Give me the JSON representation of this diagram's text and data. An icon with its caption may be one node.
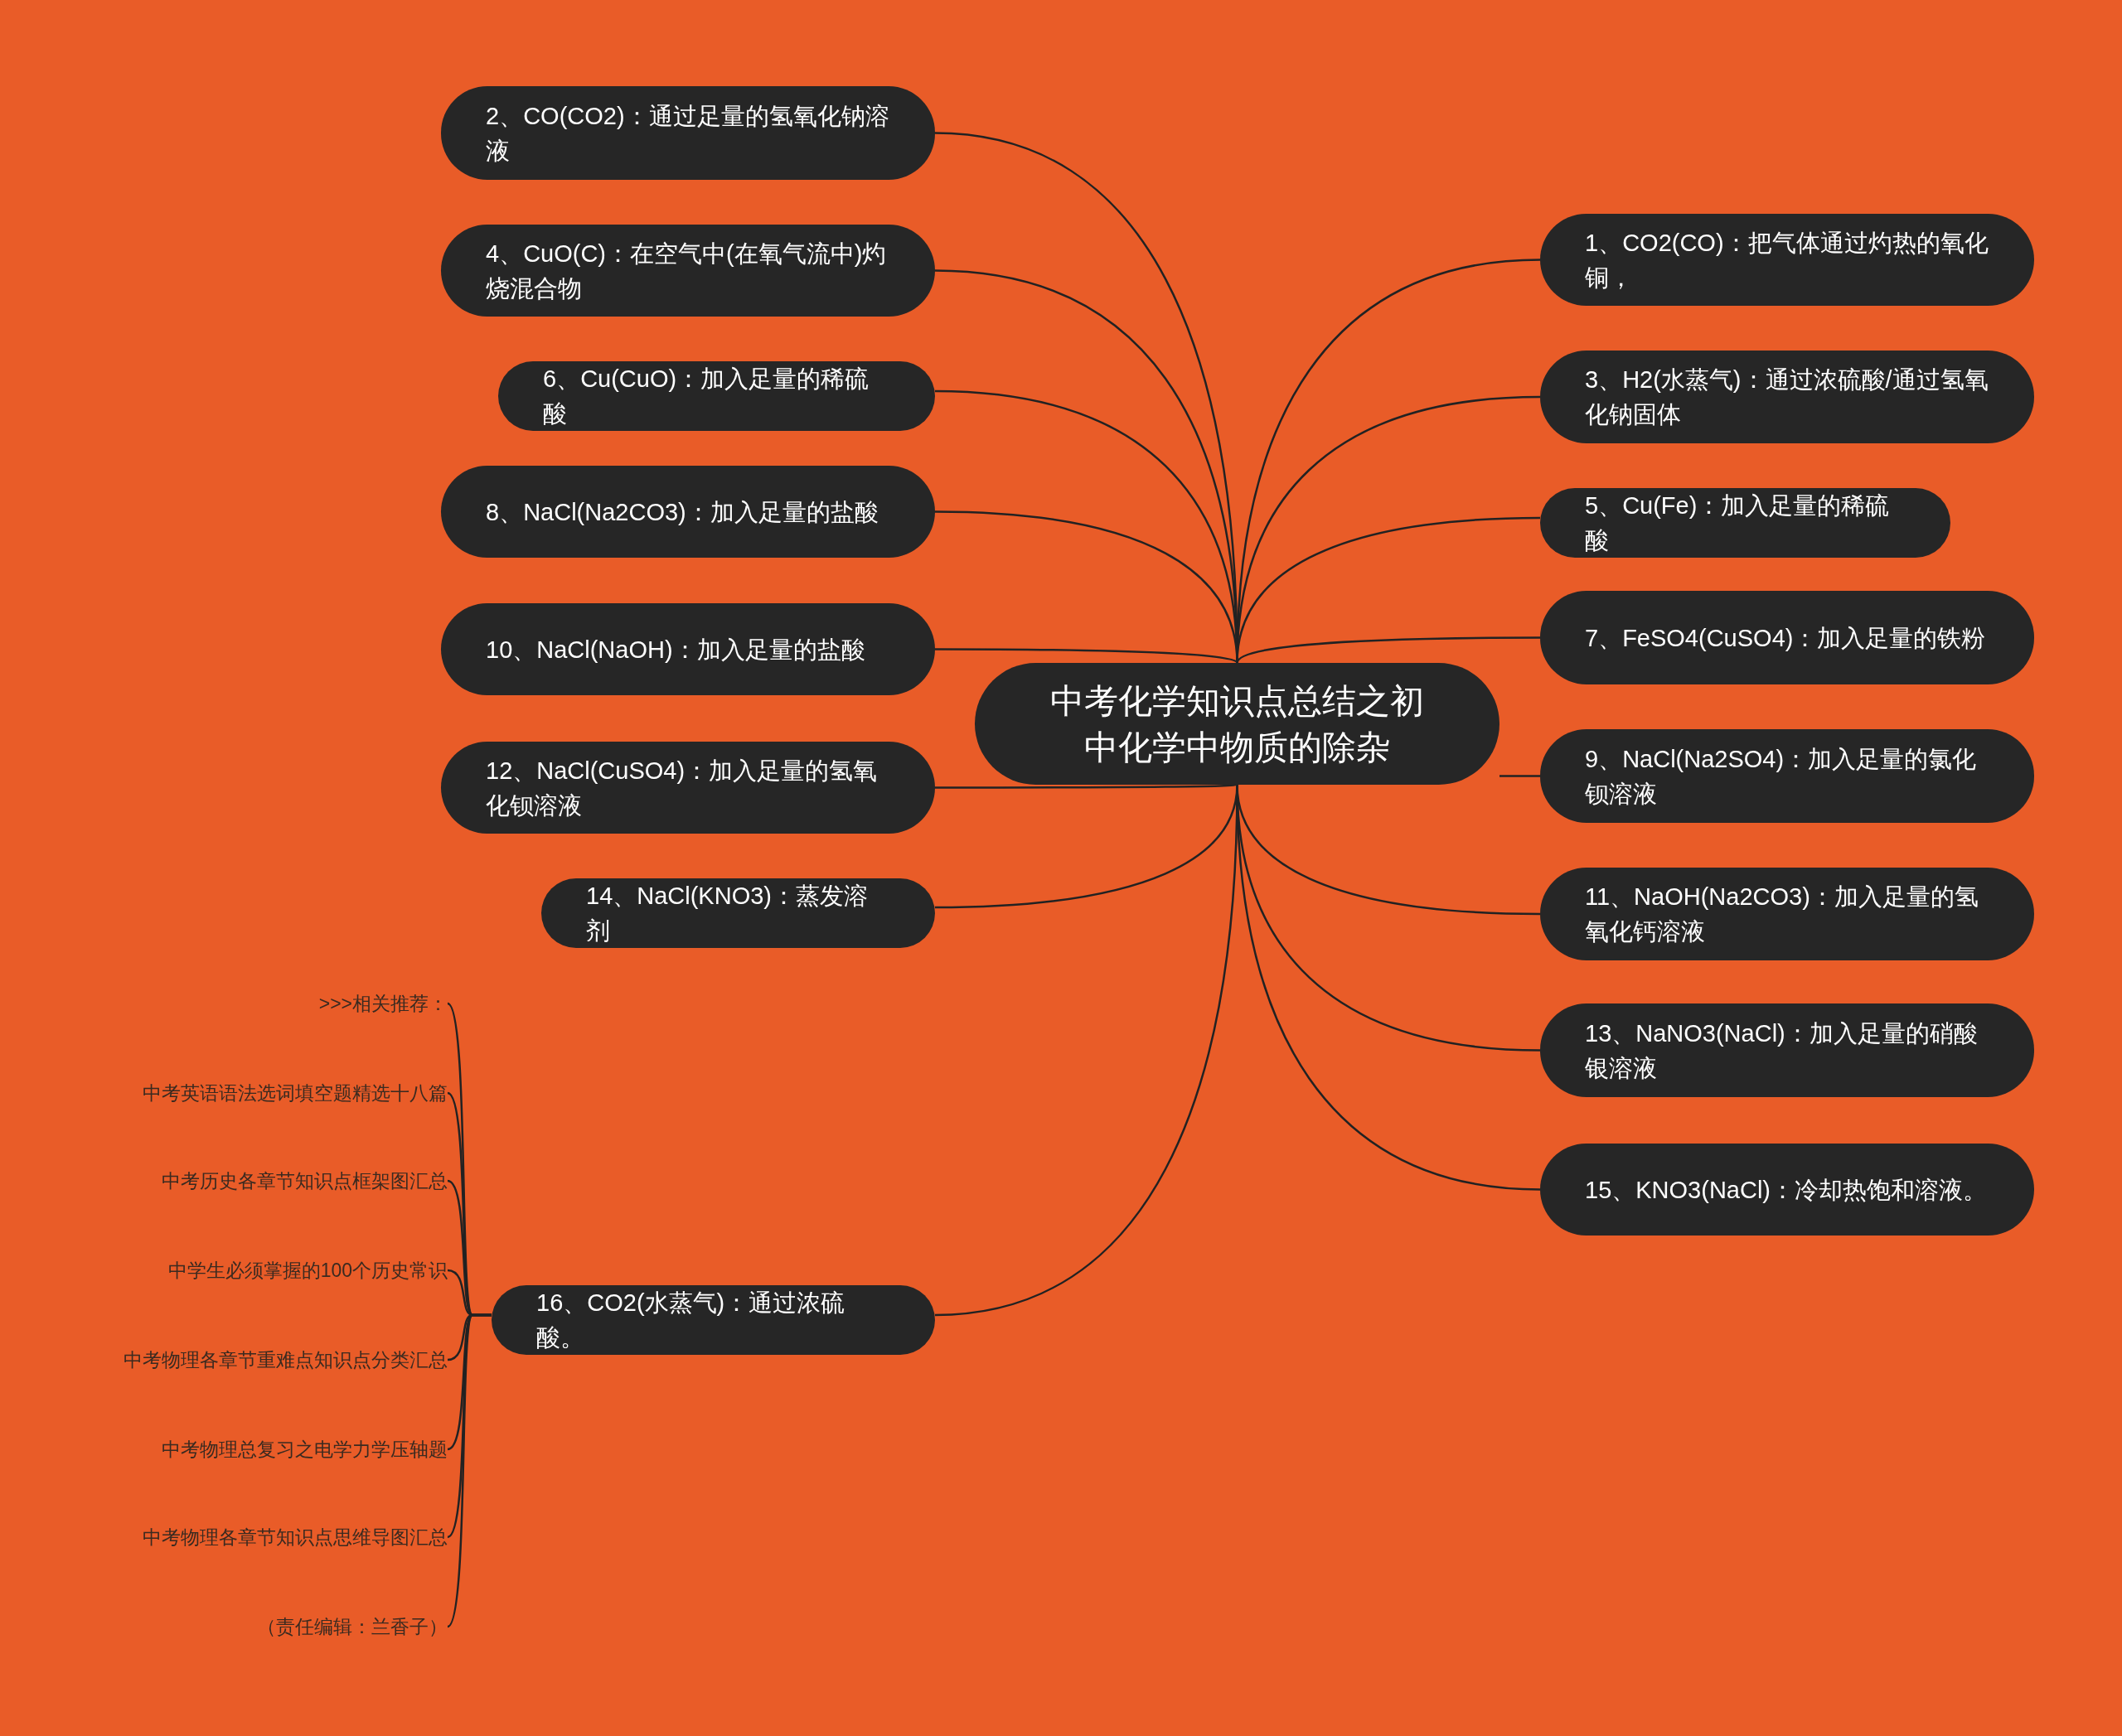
{
  "diagram": {
    "nodes": [
      {
        "text": [
          "中考化学知识点总结之初中化学中物质的除杂"
        ]
      },
      {
        "text": [
          "1、CO2(CO)：把气体通过灼热的氧化铜，"
        ]
      },
      {
        "text": [
          "2、CO(CO2)：通过足量的氢氧化钠溶液"
        ]
      },
      {
        "text": [
          "3、H2(水蒸气)：通过浓硫酸/通过氢氧化钠固体"
        ]
      },
      {
        "text": [
          "4、CuO(C)：在空气中(在氧气流中)灼烧混合物"
        ]
      },
      {
        "text": [
          "5、Cu(Fe)：加入足量的稀硫酸"
        ]
      },
      {
        "text": [
          "6、Cu(CuO)：加入足量的稀硫酸"
        ]
      },
      {
        "text": [
          "7、FeSO4(CuSO4)：加入足量的铁粉"
        ]
      },
      {
        "text": [
          "8、NaCl(Na2CO3)：加入足量的盐酸"
        ]
      },
      {
        "text": [
          "9、NaCl(Na2SO4)：加入足量的氯化钡溶液"
        ]
      },
      {
        "text": [
          "10、NaCl(NaOH)：加入足量的盐酸"
        ]
      },
      {
        "text": [
          "11、NaOH(Na2CO3)：加入足量的氢氧化钙溶液"
        ]
      },
      {
        "text": [
          "12、NaCl(CuSO4)：加入足量的氢氧化钡溶液"
        ]
      },
      {
        "text": [
          "13、NaNO3(NaCl)：加入足量的硝酸银溶液"
        ]
      },
      {
        "text": [
          "14、NaCl(KNO3)：蒸发溶剂"
        ]
      },
      {
        "text": [
          "15、KNO3(NaCl)：冷却热饱和溶液。"
        ]
      },
      {
        "text": [
          "16、CO2(水蒸气)：通过浓硫酸。"
        ]
      },
      {
        "text": [
          ">>>相关推荐："
        ]
      },
      {
        "text": [
          "中考英语语法选词填空题精选十八篇"
        ]
      },
      {
        "text": [
          "中考历史各章节知识点框架图汇总"
        ]
      },
      {
        "text": [
          "中学生必须掌握的100个历史常识"
        ]
      },
      {
        "text": [
          "中考物理各章节重难点知识点分类汇总"
        ]
      },
      {
        "text": [
          "中考物理总复习之电学力学压轴题"
        ]
      },
      {
        "text": [
          "中考物理各章节知识点思维导图汇总"
        ]
      },
      {
        "text": [
          "（责任编辑：兰香子）"
        ]
      }
    ],
    "edges": [
      {
        "from": 0,
        "to": 1,
        "arrow": "none"
      },
      {
        "from": 0,
        "to": 2,
        "arrow": "none"
      },
      {
        "from": 0,
        "to": 3,
        "arrow": "none"
      },
      {
        "from": 0,
        "to": 4,
        "arrow": "none"
      },
      {
        "from": 0,
        "to": 5,
        "arrow": "none"
      },
      {
        "from": 0,
        "to": 6,
        "arrow": "none"
      },
      {
        "from": 0,
        "to": 7,
        "arrow": "none"
      },
      {
        "from": 0,
        "to": 8,
        "arrow": "none"
      },
      {
        "from": 0,
        "to": 9,
        "arrow": "none"
      },
      {
        "from": 0,
        "to": 10,
        "arrow": "none"
      },
      {
        "from": 0,
        "to": 11,
        "arrow": "none"
      },
      {
        "from": 0,
        "to": 12,
        "arrow": "none"
      },
      {
        "from": 0,
        "to": 13,
        "arrow": "none"
      },
      {
        "from": 0,
        "to": 14,
        "arrow": "none"
      },
      {
        "from": 0,
        "to": 15,
        "arrow": "none"
      },
      {
        "from": 0,
        "to": 16,
        "arrow": "none"
      },
      {
        "from": 16,
        "to": 17,
        "arrow": "none"
      },
      {
        "from": 16,
        "to": 18,
        "arrow": "none"
      },
      {
        "from": 16,
        "to": 19,
        "arrow": "none"
      },
      {
        "from": 16,
        "to": 20,
        "arrow": "none"
      },
      {
        "from": 16,
        "to": 21,
        "arrow": "none"
      },
      {
        "from": 16,
        "to": 22,
        "arrow": "none"
      },
      {
        "from": 16,
        "to": 23,
        "arrow": "none"
      },
      {
        "from": 16,
        "to": 24,
        "arrow": "none"
      }
    ]
  }
}
